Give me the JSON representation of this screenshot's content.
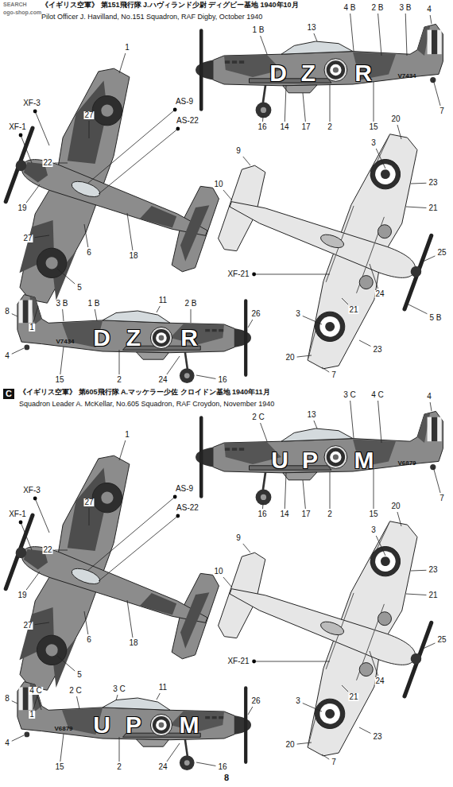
{
  "diagram": {
    "nodes": [
      {
        "text": [
          "C"
        ]
      }
    ],
    "labels": [
      "SEARCH",
      "ogo-shop.com",
      "《イギリス空軍》 第151飛行隊 J.ハヴィランド少尉 ディグビー基地 1940年10月",
      "Pilot Officer J. Havilland, No.151 Squadron, RAF Digby, October 1940",
      "1",
      "XF-3",
      "XF-1",
      "27",
      "22",
      "AS-9",
      "AS-22",
      "19",
      "27",
      "6",
      "18",
      "5",
      "1",
      "1 B",
      "13",
      "4 B",
      "2 B",
      "3 B",
      "4",
      "D",
      "Z",
      "R",
      "V7434",
      "7",
      "16",
      "14",
      "17",
      "2",
      "15",
      "20",
      "9",
      "10",
      "3",
      "23",
      "21",
      "25",
      "XF-21",
      "24",
      "3",
      "21",
      "5 B",
      "20",
      "23",
      "7",
      "3 B",
      "1 B",
      "11",
      "2 B",
      "8",
      "26",
      "D",
      "Z",
      "R",
      "V7434",
      "4",
      "15",
      "2",
      "24",
      "16",
      "《イギリス空軍》 第605飛行隊 A.マッケラー少佐 クロイドン基地 1940年11月",
      "Squadron Leader A. McKellar, No.605 Squadron, RAF Croydon, November 1940",
      "1",
      "XF-3",
      "XF-1",
      "27",
      "22",
      "AS-9",
      "AS-22",
      "19",
      "27",
      "6",
      "18",
      "5",
      "1",
      "2 C",
      "13",
      "3 C",
      "4 C",
      "4",
      "U",
      "P",
      "M",
      "V6879",
      "7",
      "16",
      "14",
      "17",
      "2",
      "15",
      "20",
      "9",
      "10",
      "3",
      "23",
      "21",
      "25",
      "XF-21",
      "24",
      "3",
      "21",
      "20",
      "23",
      "7",
      "4 C",
      "2 C",
      "3 C",
      "11",
      "8",
      "26",
      "U",
      "P",
      "M",
      "V6879",
      "4",
      "15",
      "2",
      "24",
      "16",
      "8"
    ]
  }
}
